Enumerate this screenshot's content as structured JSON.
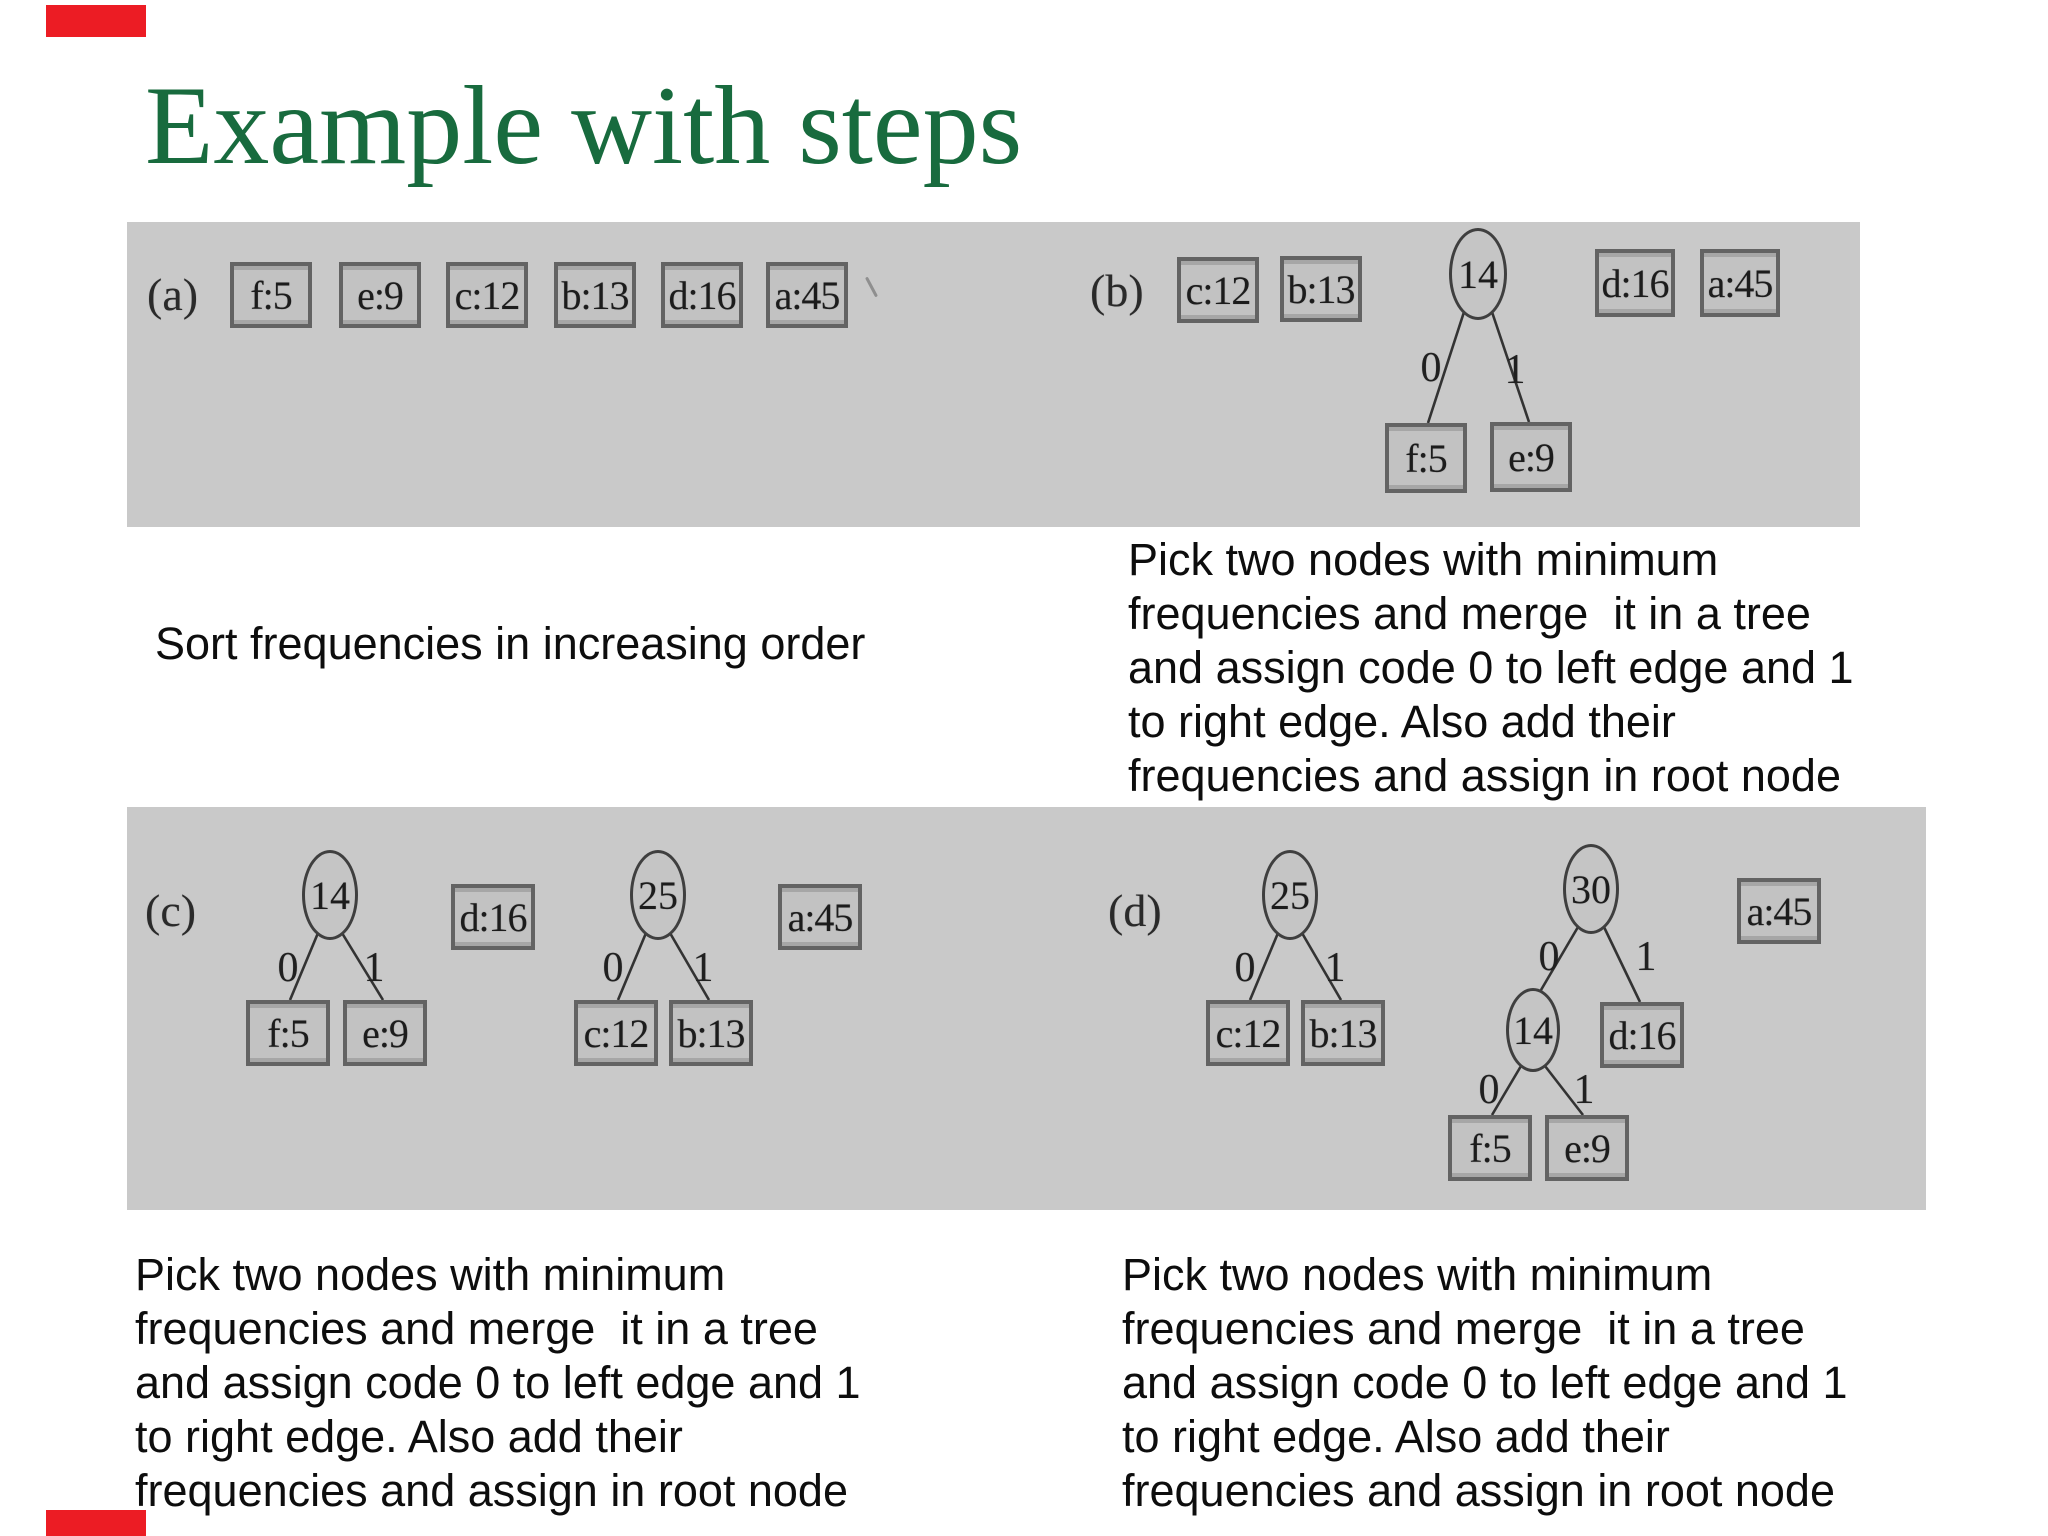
{
  "slide": {
    "title": "Example with steps",
    "colors": {
      "title_green": "#186b3e",
      "panel_gray": "#c9c9c9",
      "node_fill": "#c2c2c2",
      "node_border": "#636363",
      "accent_red": "#ec1c24"
    }
  },
  "captions": {
    "sort": "Sort frequencies in increasing order",
    "pick_lines": [
      "Pick two nodes with minimum",
      "frequencies and merge  it in a tree",
      "and assign code 0 to left edge and 1",
      "to right edge. Also add their",
      "frequencies and assign in root node"
    ]
  },
  "edge": {
    "zero": "0",
    "one": "1"
  },
  "panels": {
    "a": {
      "label": "(a)",
      "items": [
        "f:5",
        "e:9",
        "c:12",
        "b:13",
        "d:16",
        "a:45"
      ]
    },
    "b": {
      "label": "(b)",
      "queue": [
        "c:12",
        "b:13"
      ],
      "root": "14",
      "leaves": [
        "f:5",
        "e:9"
      ],
      "rest": [
        "d:16",
        "a:45"
      ]
    },
    "c": {
      "label": "(c)",
      "trees": [
        {
          "root": "14",
          "left": "f:5",
          "right": "e:9"
        },
        {
          "root": "25",
          "left": "c:12",
          "right": "b:13"
        }
      ],
      "singles": [
        "d:16",
        "a:45"
      ]
    },
    "d": {
      "label": "(d)",
      "trees": [
        {
          "root": "25",
          "left": "c:12",
          "right": "b:13"
        }
      ],
      "nested": {
        "root": "30",
        "inner": "14",
        "right_leaf": "d:16",
        "left": "f:5",
        "right": "e:9"
      },
      "singles": [
        "a:45"
      ]
    }
  }
}
